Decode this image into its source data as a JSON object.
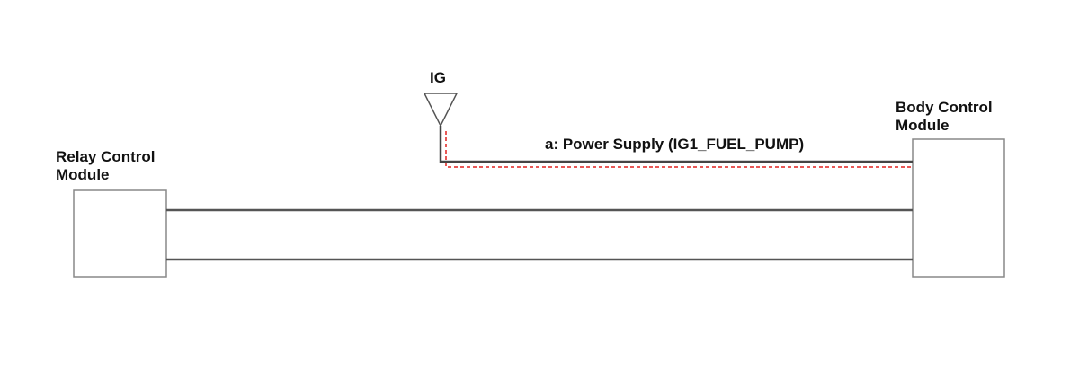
{
  "relay_module": {
    "line1": "Relay Control",
    "line2": "Module"
  },
  "body_module": {
    "line1": "Body Control",
    "line2": "Module"
  },
  "ig_label": "IG",
  "circuit_label": "a: Power Supply (IG1_FUEL_PUMP)",
  "colors": {
    "wire": "#555555",
    "box_stroke": "#888888",
    "highlight": "#e0201e"
  }
}
